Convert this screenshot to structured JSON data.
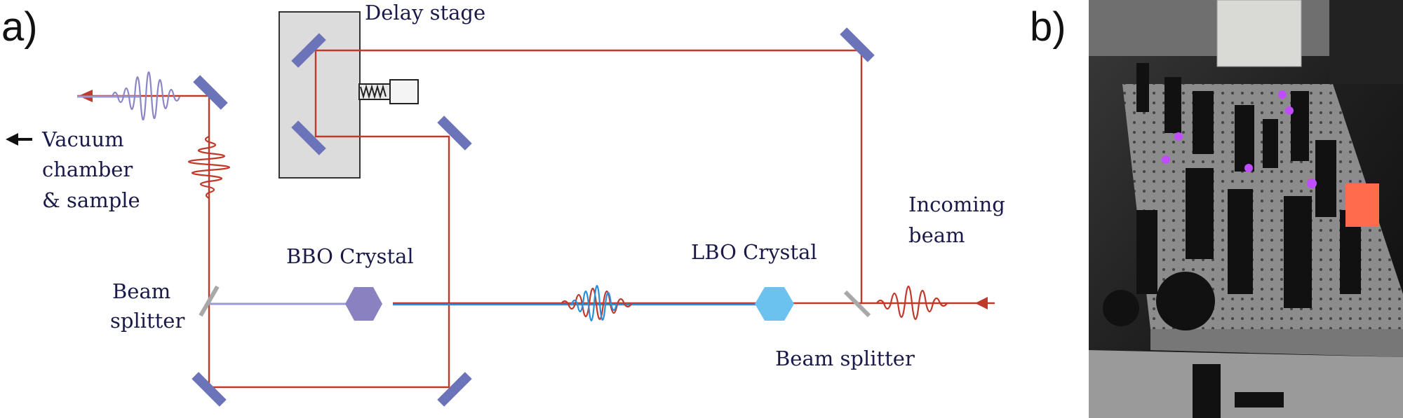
{
  "panel_a": {
    "letter": "a)",
    "labels": {
      "delay_stage": "Delay stage",
      "vacuum_line1": "Vacuum",
      "vacuum_line2": "chamber",
      "vacuum_line3": "& sample",
      "beam_splitter_left_1": "Beam",
      "beam_splitter_left_2": "splitter",
      "bbo_crystal": "BBO Crystal",
      "lbo_crystal": "LBO Crystal",
      "incoming_1": "Incoming",
      "incoming_2": "beam",
      "beam_splitter_right": "Beam splitter"
    }
  },
  "panel_b": {
    "letter": "b)"
  },
  "colors": {
    "red_beam": "#c0392b",
    "blue_beam": "#2a8fd6",
    "violet_beam": "#9a9ad0",
    "mirror": "#6b74b8",
    "stage_fill": "#dcdcdc",
    "bbo_crystal": "#8a82c0",
    "lbo_crystal": "#6cc2ef",
    "text": "#1a1a4a"
  }
}
